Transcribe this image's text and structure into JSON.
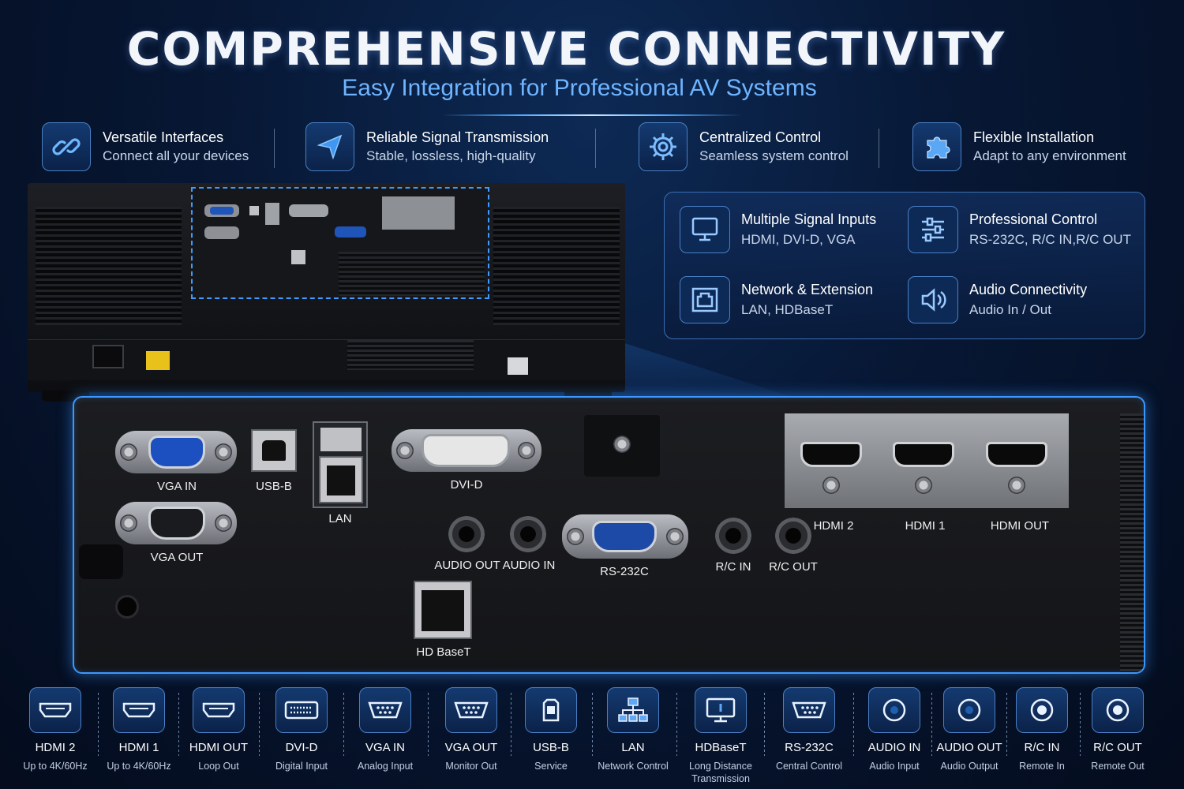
{
  "header": {
    "title": "COMPREHENSIVE CONNECTIVITY",
    "subtitle": "Easy Integration for Professional AV Systems"
  },
  "features": [
    {
      "icon": "link-icon",
      "title": "Versatile Interfaces",
      "desc": "Connect all your devices"
    },
    {
      "icon": "send-icon",
      "title": "Reliable Signal Transmission",
      "desc": "Stable, lossless, high-quality"
    },
    {
      "icon": "gear-icon",
      "title": "Centralized Control",
      "desc": "Seamless system control"
    },
    {
      "icon": "puzzle-icon",
      "title": "Flexible Installation",
      "desc": "Adapt to any environment"
    }
  ],
  "signals": [
    {
      "icon": "monitor-icon",
      "title": "Multiple Signal Inputs",
      "desc": "HDMI, DVI-D, VGA"
    },
    {
      "icon": "sliders-icon",
      "title": "Professional Control",
      "desc": "RS-232C, R/C IN,R/C OUT"
    },
    {
      "icon": "ethernet-icon",
      "title": "Network & Extension",
      "desc": "LAN, HDBaseT"
    },
    {
      "icon": "speaker-icon",
      "title": "Audio Connectivity",
      "desc": "Audio In / Out"
    }
  ],
  "panel_labels": {
    "vga_in": "VGA IN",
    "usb_b": "USB-B",
    "lan": "LAN",
    "dvi_d": "DVI-D",
    "vga_out": "VGA OUT",
    "audio_out": "AUDIO OUT",
    "audio_in": "AUDIO IN",
    "rs232c": "RS-232C",
    "rc_in": "R/C IN",
    "rc_out": "R/C OUT",
    "hdmi2": "HDMI 2",
    "hdmi1": "HDMI 1",
    "hdmi_out": "HDMI OUT",
    "hdbaset": "HD BaseT"
  },
  "ports": [
    {
      "icon": "hdmi-icon",
      "name": "HDMI 2",
      "desc": "Up to 4K/60Hz"
    },
    {
      "icon": "hdmi-icon",
      "name": "HDMI 1",
      "desc": "Up to 4K/60Hz"
    },
    {
      "icon": "hdmi-icon",
      "name": "HDMI OUT",
      "desc": "Loop Out"
    },
    {
      "icon": "dvi-icon",
      "name": "DVI-D",
      "desc": "Digital Input"
    },
    {
      "icon": "vga-icon",
      "name": "VGA IN",
      "desc": "Analog Input"
    },
    {
      "icon": "vga-icon",
      "name": "VGA OUT",
      "desc": "Monitor Out"
    },
    {
      "icon": "usb-icon",
      "name": "USB-B",
      "desc": "Service"
    },
    {
      "icon": "network-icon",
      "name": "LAN",
      "desc": "Network Control"
    },
    {
      "icon": "hdbaset-icon",
      "name": "HDBaseT",
      "desc": "Long Distance Transmission"
    },
    {
      "icon": "serial-icon",
      "name": "RS-232C",
      "desc": "Central Control"
    },
    {
      "icon": "audio-jack-icon",
      "name": "AUDIO IN",
      "desc": "Audio Input"
    },
    {
      "icon": "audio-jack-icon",
      "name": "AUDIO OUT",
      "desc": "Audio Output"
    },
    {
      "icon": "rc-jack-icon",
      "name": "R/C IN",
      "desc": "Remote In"
    },
    {
      "icon": "rc-jack-icon",
      "name": "R/C OUT",
      "desc": "Remote Out"
    }
  ],
  "colors": {
    "accent": "#3c98ff",
    "subtitle": "#6fb4ff",
    "background": "#071734"
  }
}
